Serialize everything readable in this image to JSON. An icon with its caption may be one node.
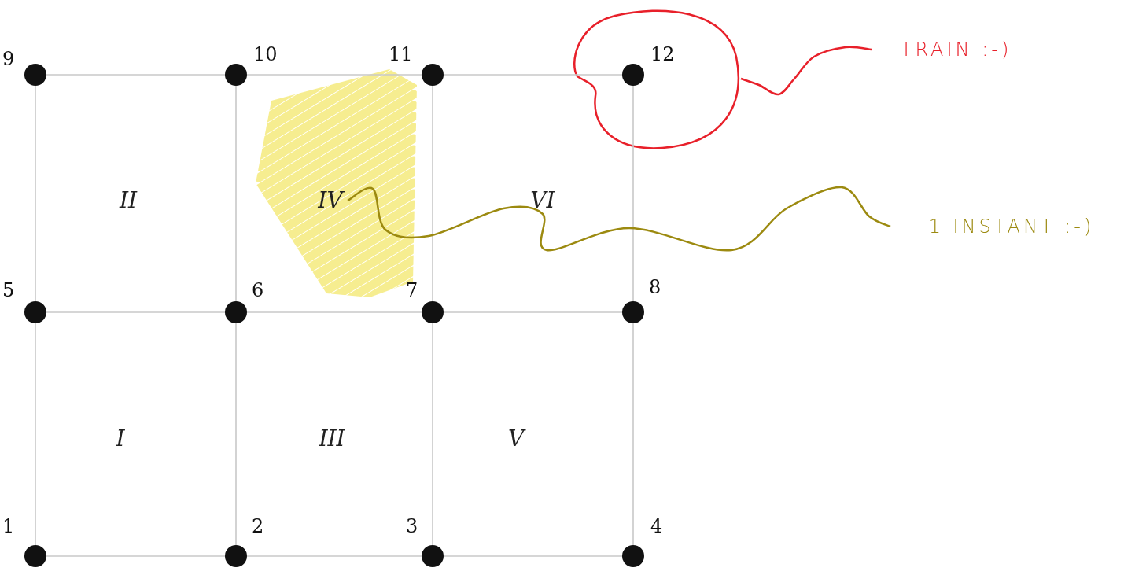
{
  "diagram": {
    "nodes": [
      {
        "text": [],
        "shape": "circle",
        "beside": [
          "9"
        ]
      },
      {
        "text": [],
        "shape": "circle",
        "beside": [
          "10"
        ]
      },
      {
        "text": [],
        "shape": "circle",
        "beside": [
          "11"
        ]
      },
      {
        "text": [],
        "shape": "circle",
        "beside": [
          "12"
        ]
      },
      {
        "text": [],
        "shape": "circle",
        "beside": [
          "5"
        ]
      },
      {
        "text": [],
        "shape": "circle",
        "beside": [
          "6"
        ]
      },
      {
        "text": [],
        "shape": "circle",
        "beside": [
          "7"
        ]
      },
      {
        "text": [],
        "shape": "circle",
        "beside": [
          "8"
        ]
      },
      {
        "text": [],
        "shape": "circle",
        "beside": [
          "1"
        ]
      },
      {
        "text": [],
        "shape": "circle",
        "beside": [
          "2"
        ]
      },
      {
        "text": [],
        "shape": "circle",
        "beside": [
          "3"
        ]
      },
      {
        "text": [],
        "shape": "circle",
        "beside": [
          "4"
        ]
      },
      {
        "text": [
          "TRAIN :-)"
        ]
      },
      {
        "text": [
          "IV"
        ]
      },
      {
        "text": [
          "1 INSTANT :-)"
        ]
      }
    ],
    "edges": [
      {
        "from": 0,
        "to": 1,
        "arrow": "none"
      },
      {
        "from": 1,
        "to": 2,
        "arrow": "none"
      },
      {
        "from": 2,
        "to": 3,
        "arrow": "none"
      },
      {
        "from": 4,
        "to": 5,
        "arrow": "none"
      },
      {
        "from": 5,
        "to": 6,
        "arrow": "none"
      },
      {
        "from": 6,
        "to": 7,
        "arrow": "none"
      },
      {
        "from": 8,
        "to": 9,
        "arrow": "none"
      },
      {
        "from": 9,
        "to": 10,
        "arrow": "none"
      },
      {
        "from": 10,
        "to": 11,
        "arrow": "none"
      },
      {
        "from": 0,
        "to": 4,
        "arrow": "none"
      },
      {
        "from": 4,
        "to": 8,
        "arrow": "none"
      },
      {
        "from": 1,
        "to": 5,
        "arrow": "none"
      },
      {
        "from": 5,
        "to": 9,
        "arrow": "none"
      },
      {
        "from": 2,
        "to": 6,
        "arrow": "none"
      },
      {
        "from": 6,
        "to": 10,
        "arrow": "none"
      },
      {
        "from": 3,
        "to": 7,
        "arrow": "none"
      },
      {
        "from": 7,
        "to": 11,
        "arrow": "none"
      },
      {
        "from": 3,
        "to": 12,
        "arrow": "none",
        "color": "#e8202a"
      },
      {
        "from": 13,
        "to": 14,
        "arrow": "none",
        "color": "#9c8a10"
      }
    ],
    "labels": [
      "II",
      "VI",
      "I",
      "III",
      "V"
    ]
  }
}
